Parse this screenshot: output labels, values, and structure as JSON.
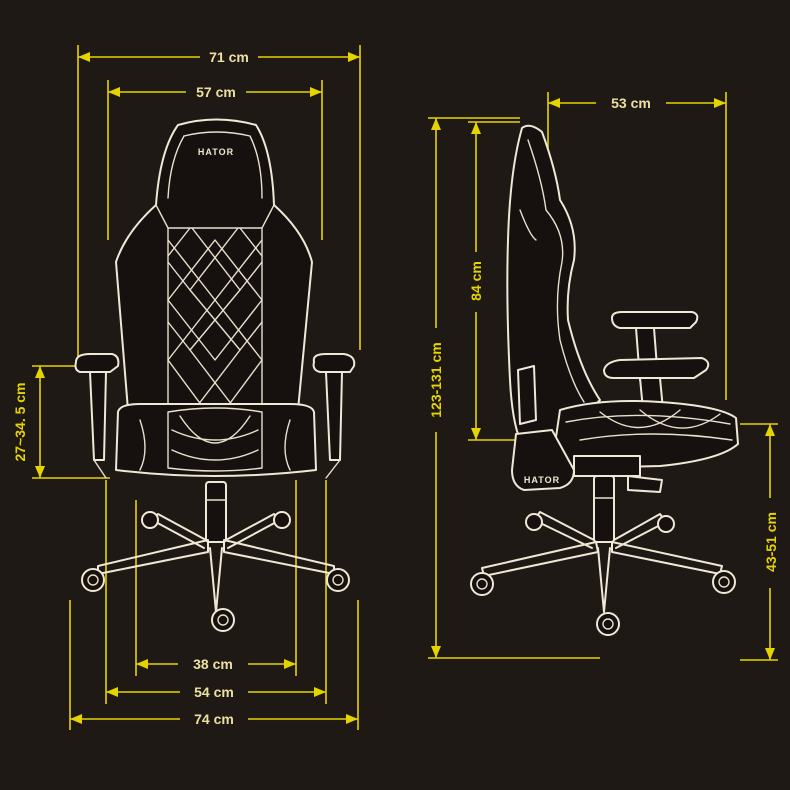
{
  "brand": {
    "logo_text": "HATOR"
  },
  "front_view": {
    "top_dims": [
      {
        "id": "overall-width",
        "label": "71 cm"
      },
      {
        "id": "backrest-width",
        "label": "57 cm"
      }
    ],
    "left_dims": [
      {
        "id": "armrest-height",
        "label": "27~34. 5 cm"
      }
    ],
    "bottom_dims": [
      {
        "id": "seat-depth-inner",
        "label": "38 cm"
      },
      {
        "id": "seat-width",
        "label": "54 cm"
      },
      {
        "id": "base-width",
        "label": "74 cm"
      }
    ]
  },
  "side_view": {
    "top_dims": [
      {
        "id": "chair-depth",
        "label": "53 cm"
      }
    ],
    "left_dims": [
      {
        "id": "total-height",
        "label": "123-131 cm"
      },
      {
        "id": "backrest-height",
        "label": "84 cm"
      }
    ],
    "right_dims": [
      {
        "id": "seat-height",
        "label": "43-51 cm"
      }
    ]
  },
  "colors": {
    "background": "#1f1915",
    "dimension_line": "#e6d400",
    "chair_outline": "#efe8d6"
  }
}
